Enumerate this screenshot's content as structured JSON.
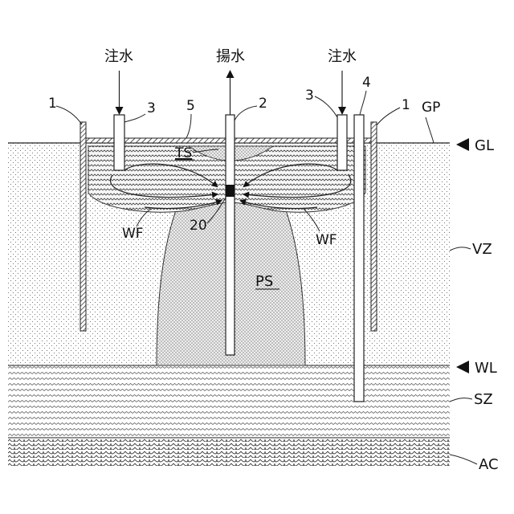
{
  "labels": {
    "inject_left": "注水",
    "pump": "揚水",
    "inject_right": "注水",
    "wall_left": "1",
    "wall_right": "1",
    "pipe_left": "3",
    "pipe_right": "3",
    "cover": "5",
    "well": "2",
    "monitor": "4",
    "gp": "GP",
    "gl": "GL",
    "ts": "TS",
    "sensor": "20",
    "wf_left": "WF",
    "wf_right": "WF",
    "vz": "VZ",
    "ps": "PS",
    "wl": "WL",
    "sz": "SZ",
    "ac": "AC"
  },
  "colors": {
    "ink": "#222222",
    "paper": "#ffffff"
  }
}
